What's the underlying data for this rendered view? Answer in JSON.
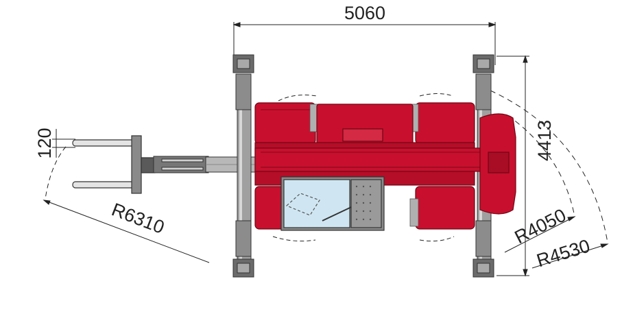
{
  "dimensions": {
    "width": "5060",
    "height": "4413",
    "fork_thickness": "120",
    "radius_outer_forks": "R6310",
    "radius_inner": "R4050",
    "radius_outer": "R4530"
  },
  "colors": {
    "body_red": "#c8102e",
    "body_red_dark": "#8e0b1f",
    "steel_gray": "#a9a9a9",
    "dark_gray": "#4a4a4a",
    "cab_glass": "#cfe6f2",
    "line": "#222222"
  }
}
